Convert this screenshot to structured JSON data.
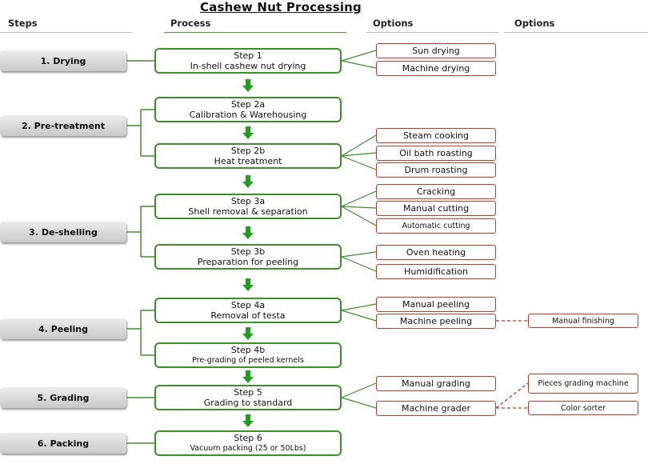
{
  "title": "Cashew Nut Processing",
  "headers": {
    "steps": "Steps",
    "process": "Process",
    "options1": "Options",
    "options2": "Options"
  },
  "steps": [
    "1.  Drying",
    "2. Pre-treatment",
    "3. De-shelling",
    "4. Peeling",
    "5. Grading",
    "6. Packing"
  ],
  "process": [
    {
      "line1": "Step 1",
      "line2": "In-shell cashew nut drying"
    },
    {
      "line1": "Step 2a",
      "line2": "Calibration & Warehousing"
    },
    {
      "line1": "Step 2b",
      "line2": "Heat treatment"
    },
    {
      "line1": "Step 3a",
      "line2": "Shell removal & separation"
    },
    {
      "line1": "Step 3b",
      "line2": "Preparation for peeling"
    },
    {
      "line1": "Step 4a",
      "line2": "Removal of testa"
    },
    {
      "line1": "Step 4b",
      "line2": "Pre-grading of peeled kernels"
    },
    {
      "line1": "Step 5",
      "line2": "Grading to standard"
    },
    {
      "line1": "Step 6",
      "line2": "Vacuum packing (25 or 50Lbs)"
    }
  ],
  "options": [
    "Sun drying",
    "Machine drying",
    "Steam cooking",
    "Oil bath roasting",
    "Drum roasting",
    "Cracking",
    "Manual cutting",
    "Automatic cutting",
    "Oven heating",
    "Humidification",
    "Manual peeling",
    "Machine peeling",
    "Manual grading",
    "Machine grader"
  ],
  "secondary_options": [
    "Manual finishing",
    "Pieces grading machine",
    "Color sorter"
  ],
  "colors": {
    "process_border": "#3d8f2a",
    "option_border": "#c0392b",
    "arrow": "#1f9e1f"
  }
}
